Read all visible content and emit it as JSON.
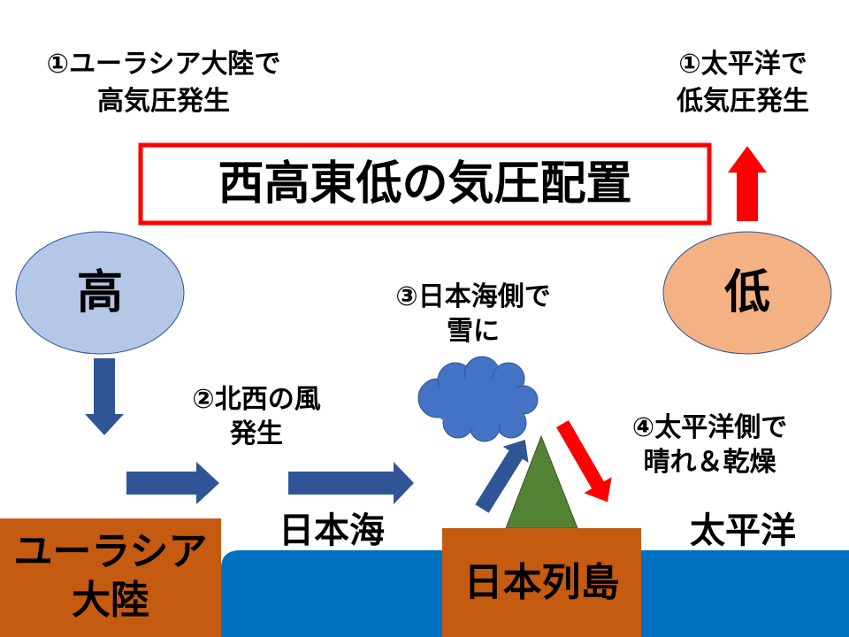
{
  "left_note": {
    "line1": "①ユーラシア大陸で",
    "line2": "高気圧発生"
  },
  "right_note": {
    "line1": "①太平洋で",
    "line2": "低気圧発生"
  },
  "title": "西高東低の気圧配置",
  "high_pressure": "高",
  "low_pressure": "低",
  "wind_note": {
    "line1": "②北西の風",
    "line2": "発生"
  },
  "snow_note": {
    "line1": "③日本海側で",
    "line2": "雪に"
  },
  "dry_note": {
    "line1": "④太平洋側で",
    "line2": "晴れ＆乾燥"
  },
  "sea_of_japan": "日本海",
  "pacific_ocean": "太平洋",
  "eurasia": {
    "line1": "ユーラシア",
    "line2": "大陸"
  },
  "japan_islands": "日本列島",
  "colors": {
    "title_border": "#ff0000",
    "high": "#b4c7e7",
    "low": "#f4b183",
    "wind_arrow": "#2f5597",
    "red_arrow": "#ff0000",
    "cloud": "#4472c4",
    "mountain": "#548235",
    "land": "#c55a11",
    "sea": "#0070c0"
  }
}
